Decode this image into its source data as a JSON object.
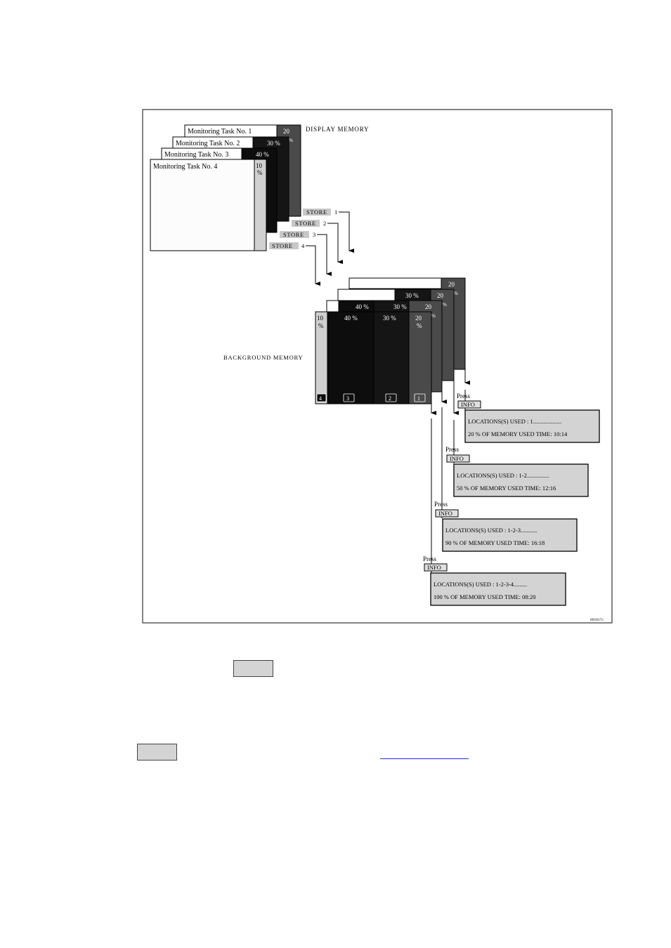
{
  "display_memory": {
    "label": "DISPLAY MEMORY",
    "tasks": [
      {
        "title": "Monitoring Task No. 1",
        "pct": "20",
        "pct_suffix": "%"
      },
      {
        "title": "Monitoring Task No. 2",
        "pct": "30 %"
      },
      {
        "title": "Monitoring Task No. 3",
        "pct": "40 %"
      },
      {
        "title": "Monitoring Task No. 4",
        "pct": "10",
        "pct_suffix": "%"
      }
    ]
  },
  "store_keys": [
    {
      "label": "STORE",
      "num": "1"
    },
    {
      "label": "STORE",
      "num": "2"
    },
    {
      "label": "STORE",
      "num": "3"
    },
    {
      "label": "STORE",
      "num": "4"
    }
  ],
  "background_memory": {
    "label": "BACKGROUND MEMORY",
    "row1_20": "20",
    "row2_30": "30 %",
    "row2_20": "20",
    "row3_40": "40 %",
    "row3_30": "30 %",
    "row3_20": "20",
    "front_10": "10",
    "front_10_unit": "%",
    "front_40": "40 %",
    "front_30": "30 %",
    "front_20": "20",
    "front_20_unit": "%",
    "location_numbers": [
      "4",
      "3",
      "2",
      "1"
    ]
  },
  "info_panels": [
    {
      "press": "Press",
      "key": "INFO",
      "line1": "LOCATIONS(S) USED :   1...................",
      "line2": "20 % OF MEMORY USED   TIME: 10:14"
    },
    {
      "press": "Press",
      "key": "INFO",
      "line1": "LOCATIONS(S) USED :   1-2...............",
      "line2": "50 % OF MEMORY USED   TIME: 12:16"
    },
    {
      "press": "Press",
      "key": "INFO",
      "line1": "LOCATIONS(S) USED :   1-2-3...........",
      "line2": "90 % OF MEMORY USED   TIME: 16:18"
    },
    {
      "press": "Press",
      "key": "INFO",
      "line1": "LOCATIONS(S) USED :   1-2-3-4.........",
      "line2": "100 % OF MEMORY USED TIME: 08:20"
    }
  ],
  "figure_id": "891817c"
}
